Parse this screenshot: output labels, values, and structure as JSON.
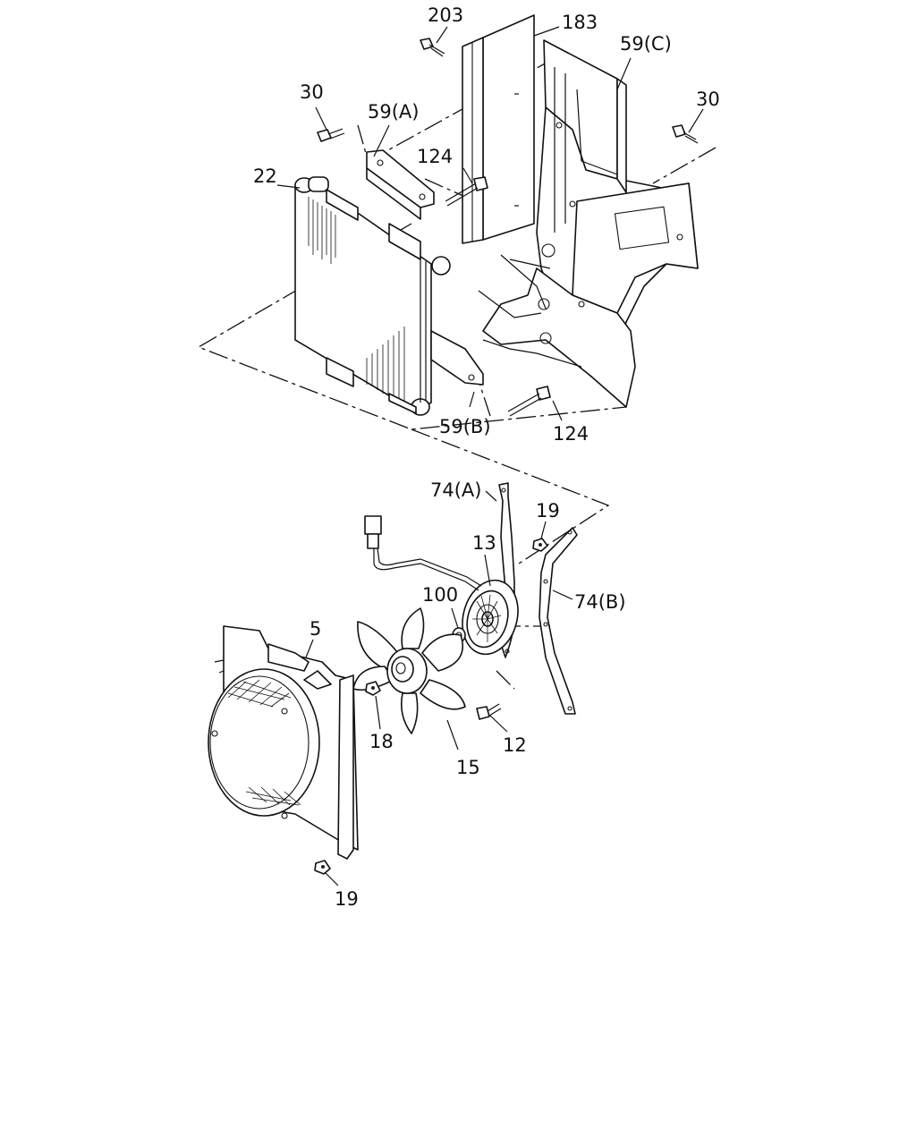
{
  "callouts": {
    "c203": "203",
    "c183": "183",
    "c59c": "59(C)",
    "c30_left": "30",
    "c30_right": "30",
    "c59a": "59(A)",
    "c124_top": "124",
    "c22": "22",
    "c59b": "59(B)",
    "c124_bottom": "124",
    "c74a": "74(A)",
    "c19_top": "19",
    "c13": "13",
    "c100": "100",
    "c74b": "74(B)",
    "c5": "5",
    "c18": "18",
    "c12": "12",
    "c15": "15",
    "c19_bottom": "19"
  }
}
